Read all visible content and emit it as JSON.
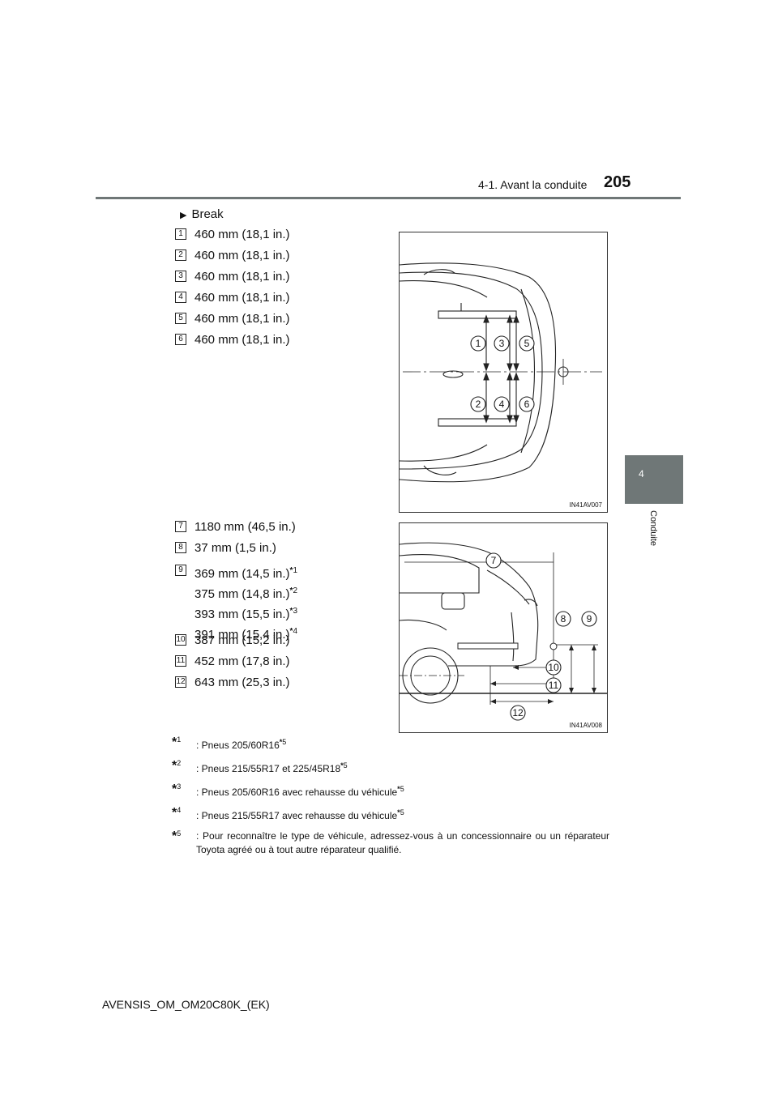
{
  "header": {
    "section_title": "4-1. Avant la conduite",
    "page_number": "205"
  },
  "side_tab": {
    "number": "4",
    "label": "Conduite"
  },
  "section_label": "Break",
  "group1": [
    {
      "n": "1",
      "text": "460 mm (18,1 in.)"
    },
    {
      "n": "2",
      "text": "460 mm (18,1 in.)"
    },
    {
      "n": "3",
      "text": "460 mm (18,1 in.)"
    },
    {
      "n": "4",
      "text": "460 mm (18,1 in.)"
    },
    {
      "n": "5",
      "text": "460 mm (18,1 in.)"
    },
    {
      "n": "6",
      "text": "460 mm (18,1 in.)"
    }
  ],
  "group2": {
    "item7": {
      "n": "7",
      "text": "1180 mm (46,5 in.)"
    },
    "item8": {
      "n": "8",
      "text": "37 mm (1,5 in.)"
    },
    "item9": {
      "n": "9",
      "lines": [
        {
          "text": "369 mm (14,5 in.)",
          "sup": "1"
        },
        {
          "text": "375 mm (14,8 in.)",
          "sup": "2"
        },
        {
          "text": "393 mm (15,5 in.)",
          "sup": "3"
        },
        {
          "text": "391 mm (15,4 in.)",
          "sup": "4"
        }
      ]
    },
    "item10": {
      "n": "10",
      "text": "387 mm (15,2 in.)"
    },
    "item11": {
      "n": "11",
      "text": "452 mm (17,8 in.)"
    },
    "item12": {
      "n": "12",
      "text": "643 mm (25,3 in.)"
    }
  },
  "figure1": {
    "code": "IN41AV007",
    "callouts": [
      "1",
      "3",
      "5",
      "2",
      "4",
      "6"
    ]
  },
  "figure2": {
    "code": "IN41AV008",
    "callouts": [
      "7",
      "8",
      "9",
      "10",
      "11",
      "12"
    ]
  },
  "footnotes": [
    {
      "n": "1",
      "text": ": Pneus 205/60R16",
      "ref": "5"
    },
    {
      "n": "2",
      "text": ": Pneus 215/55R17 et 225/45R18",
      "ref": "5"
    },
    {
      "n": "3",
      "text": ": Pneus 205/60R16 avec rehausse du véhicule",
      "ref": "5"
    },
    {
      "n": "4",
      "text": ": Pneus 215/55R17 avec rehausse du véhicule",
      "ref": "5"
    },
    {
      "n": "5",
      "text": ": Pour reconnaître le type de véhicule, adressez-vous à un concessionnaire ou un réparateur Toyota agréé ou à tout autre réparateur qualifié.",
      "ref": ""
    }
  ],
  "footer": "AVENSIS_OM_OM20C80K_(EK)"
}
